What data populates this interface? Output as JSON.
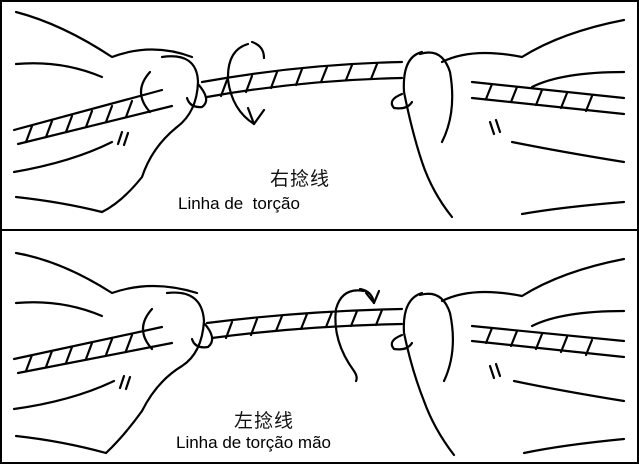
{
  "panels": [
    {
      "caption_cn": "右捻线",
      "caption_pt": "Linha de  torção"
    },
    {
      "caption_cn": "左捻线",
      "caption_pt": "Linha de torção mão"
    }
  ]
}
